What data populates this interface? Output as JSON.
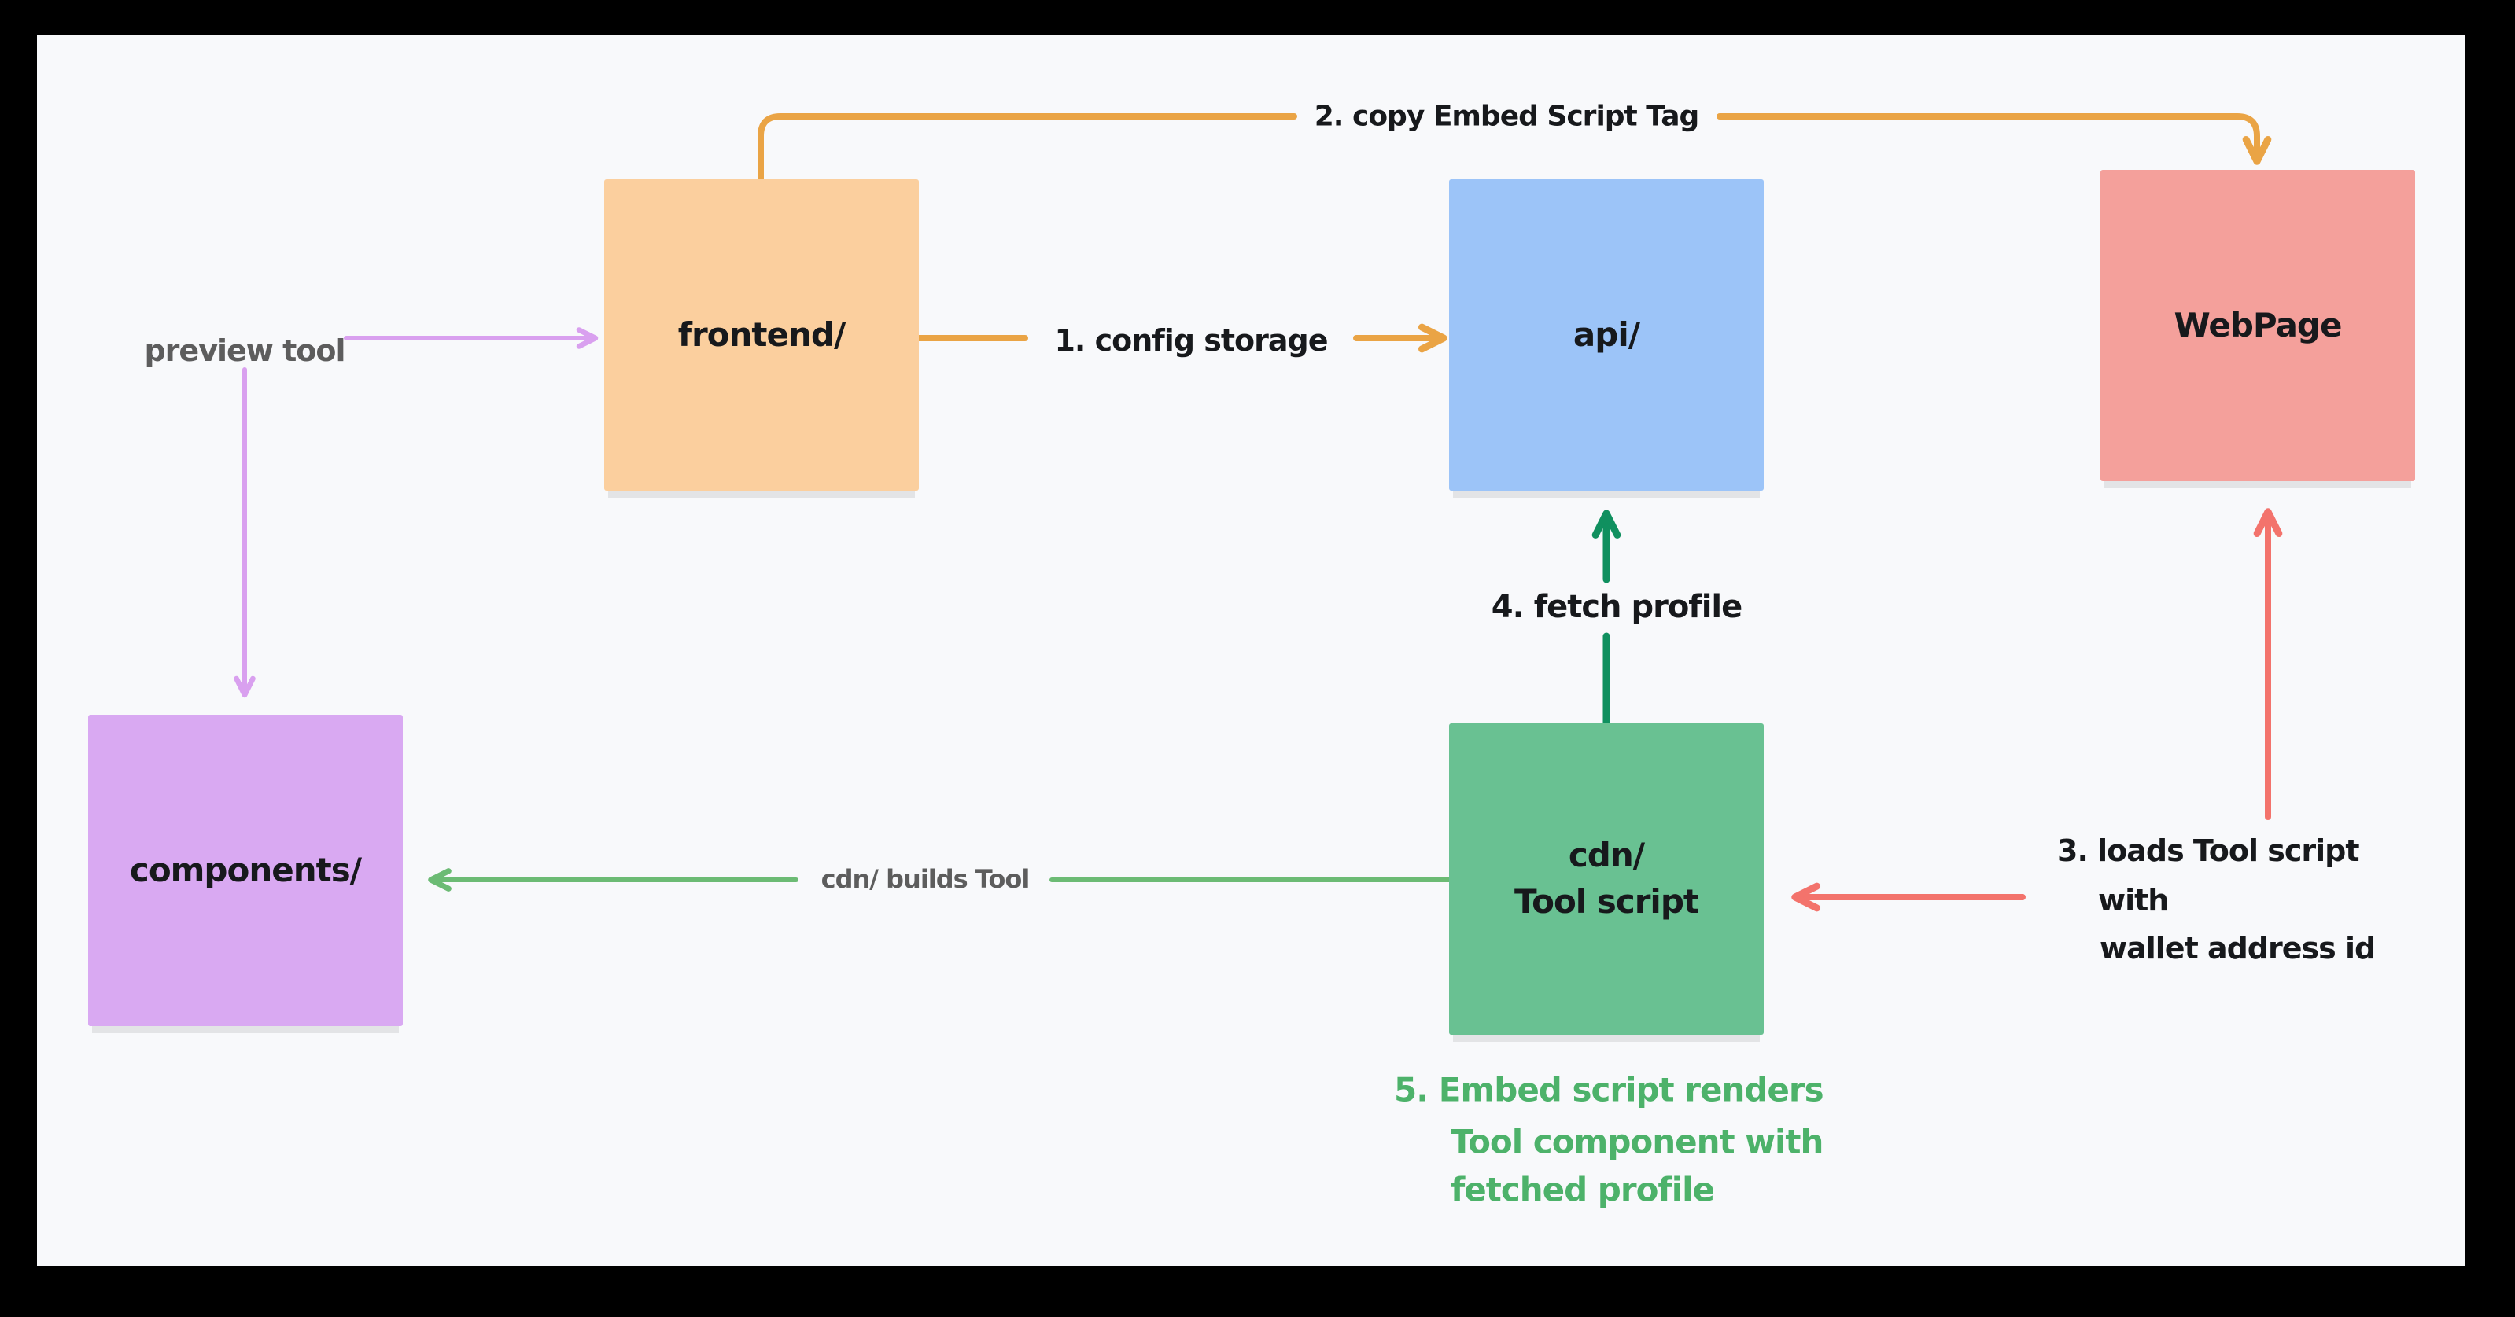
{
  "diagram": {
    "nodes": {
      "frontend": {
        "label": "frontend/"
      },
      "api": {
        "label": "api/"
      },
      "webpage": {
        "label": "WebPage"
      },
      "components": {
        "label": "components/"
      },
      "cdn": {
        "label_line1": "cdn/",
        "label_line2": "Tool script"
      }
    },
    "edge_labels": {
      "preview_tool": "preview tool",
      "config_storage": "1. config storage",
      "copy_embed": "2. copy Embed Script Tag",
      "loads_line1": "3. loads Tool script",
      "loads_line2": "with",
      "loads_line3": "wallet address id",
      "fetch_profile": "4. fetch profile",
      "cdn_builds": "cdn/ builds Tool"
    },
    "annotation": {
      "line1": "5. Embed script renders",
      "line2": "Tool component with",
      "line3": "fetched profile"
    }
  },
  "colors": {
    "canvas_bg": "#f8f9fb",
    "frame_bg": "#000000",
    "orange_fill": "#fbcf9e",
    "blue_fill": "#9cc4f8",
    "red_fill": "#f4a09b",
    "purple_fill": "#d9a9f2",
    "green_fill": "#69c192",
    "orange_arrow": "#eaa445",
    "violet_arrow": "#d9a0ef",
    "red_arrow": "#f3736c",
    "green_dark_arrow": "#10905f",
    "green_light_arrow": "#6cbb74",
    "green_text": "#4db26a",
    "gray_text": "#5d5d5d",
    "black_text": "#17191c",
    "shadow": "#e3e4e6"
  }
}
